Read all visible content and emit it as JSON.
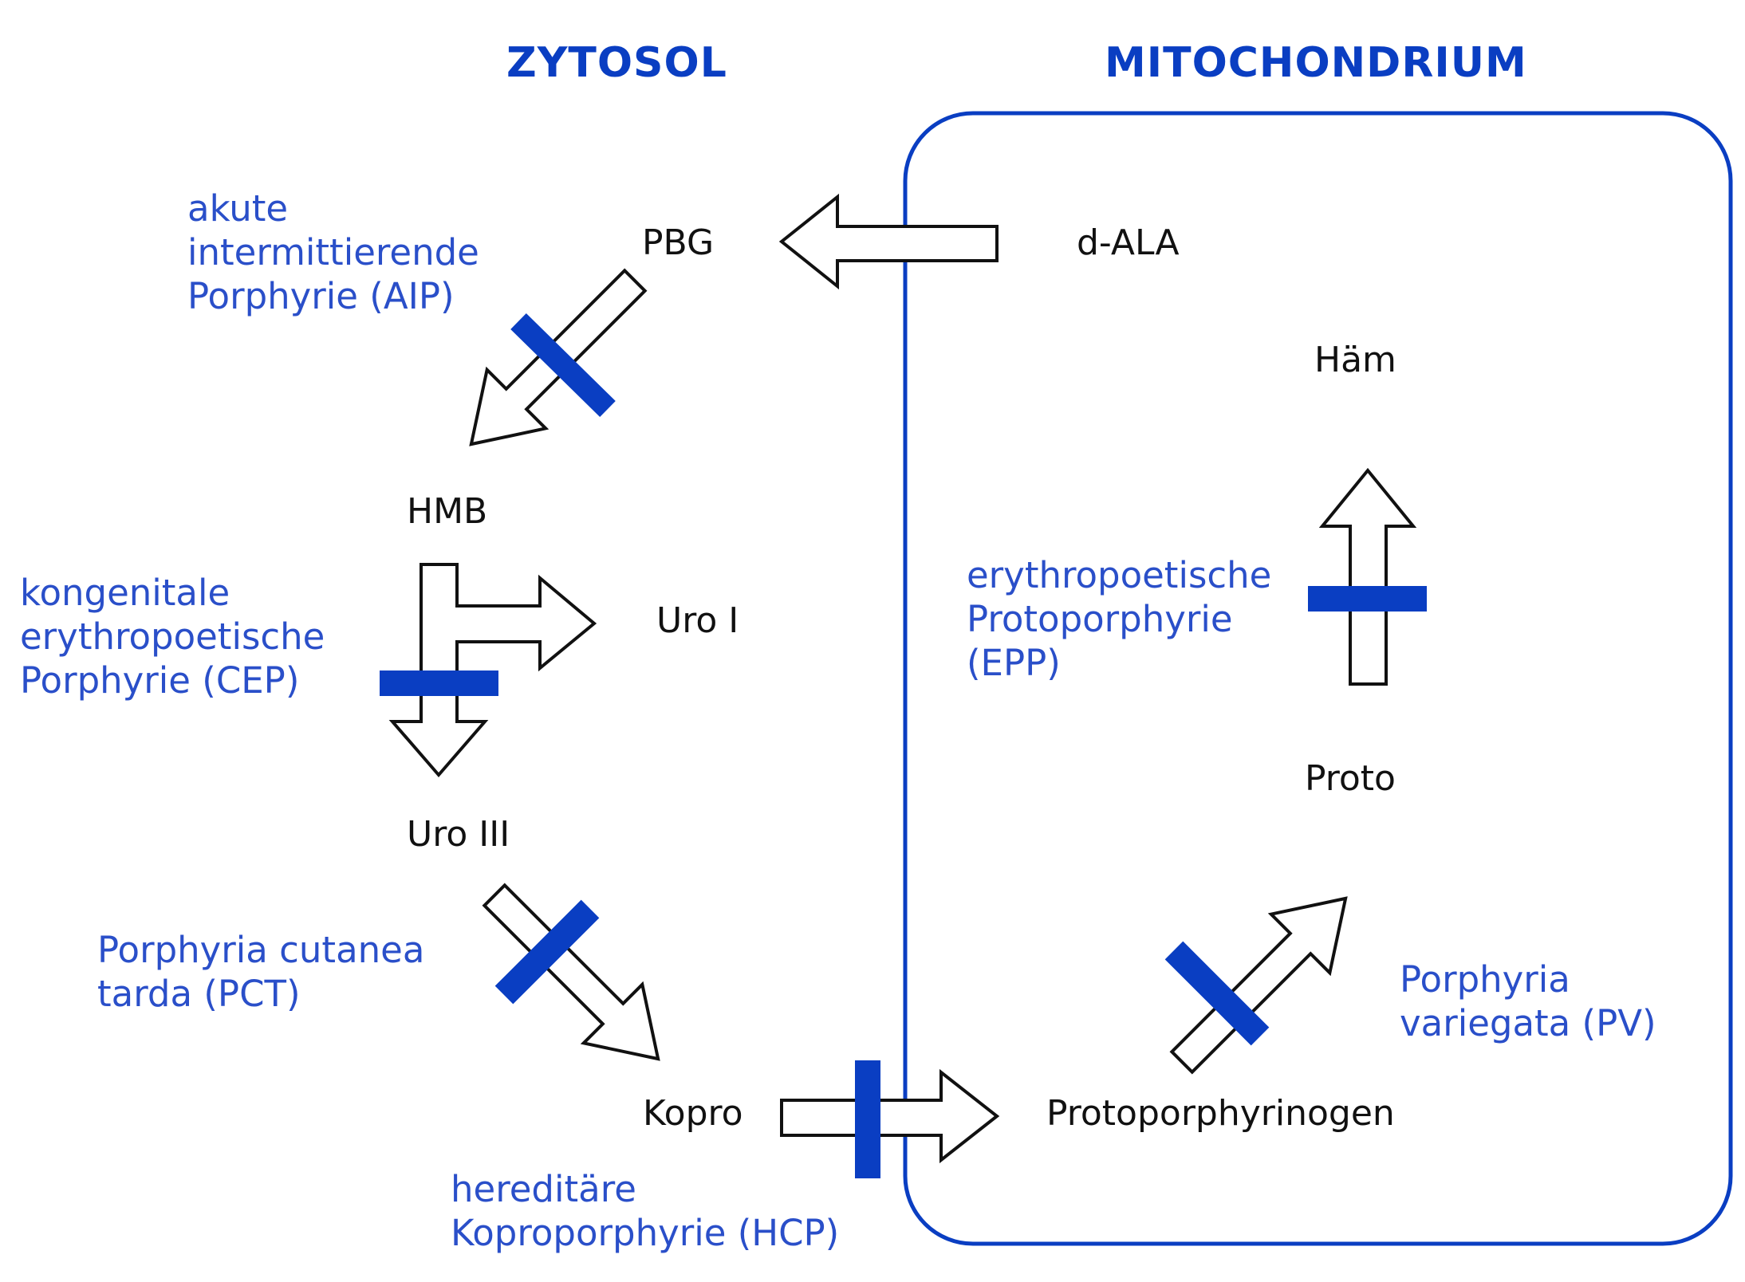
{
  "headers": {
    "cytosol": "ZYTOSOL",
    "mitochondrion": "MITOCHONDRIUM"
  },
  "metabolites": {
    "pbg": "PBG",
    "dala": "d-ALA",
    "haem": "Häm",
    "hmb": "HMB",
    "uro1": "Uro I",
    "uro3": "Uro III",
    "proto": "Proto",
    "kopro": "Kopro",
    "protoporphyrinogen": "Protoporphyrinogen"
  },
  "diseases": {
    "aip": [
      "akute",
      "intermittierende",
      "Porphyrie (AIP)"
    ],
    "cep": [
      "kongenitale",
      "erythropoetische",
      "Porphyrie (CEP)"
    ],
    "epp": [
      "erythropoetische",
      "Protoporphyrie",
      "(EPP)"
    ],
    "pct": [
      "Porphyria cutanea",
      "tarda (PCT)"
    ],
    "pv": [
      "Porphyria",
      "variegata (PV)"
    ],
    "hcp": [
      "hereditäre",
      "Koproporphyrie (HCP)"
    ]
  },
  "colors": {
    "header": "#0a3ec2",
    "disease_text": "#2a4fc9",
    "block_bar": "#0a3ec2",
    "mito_border": "#0a3ec2",
    "metabolite_text": "#111111"
  }
}
